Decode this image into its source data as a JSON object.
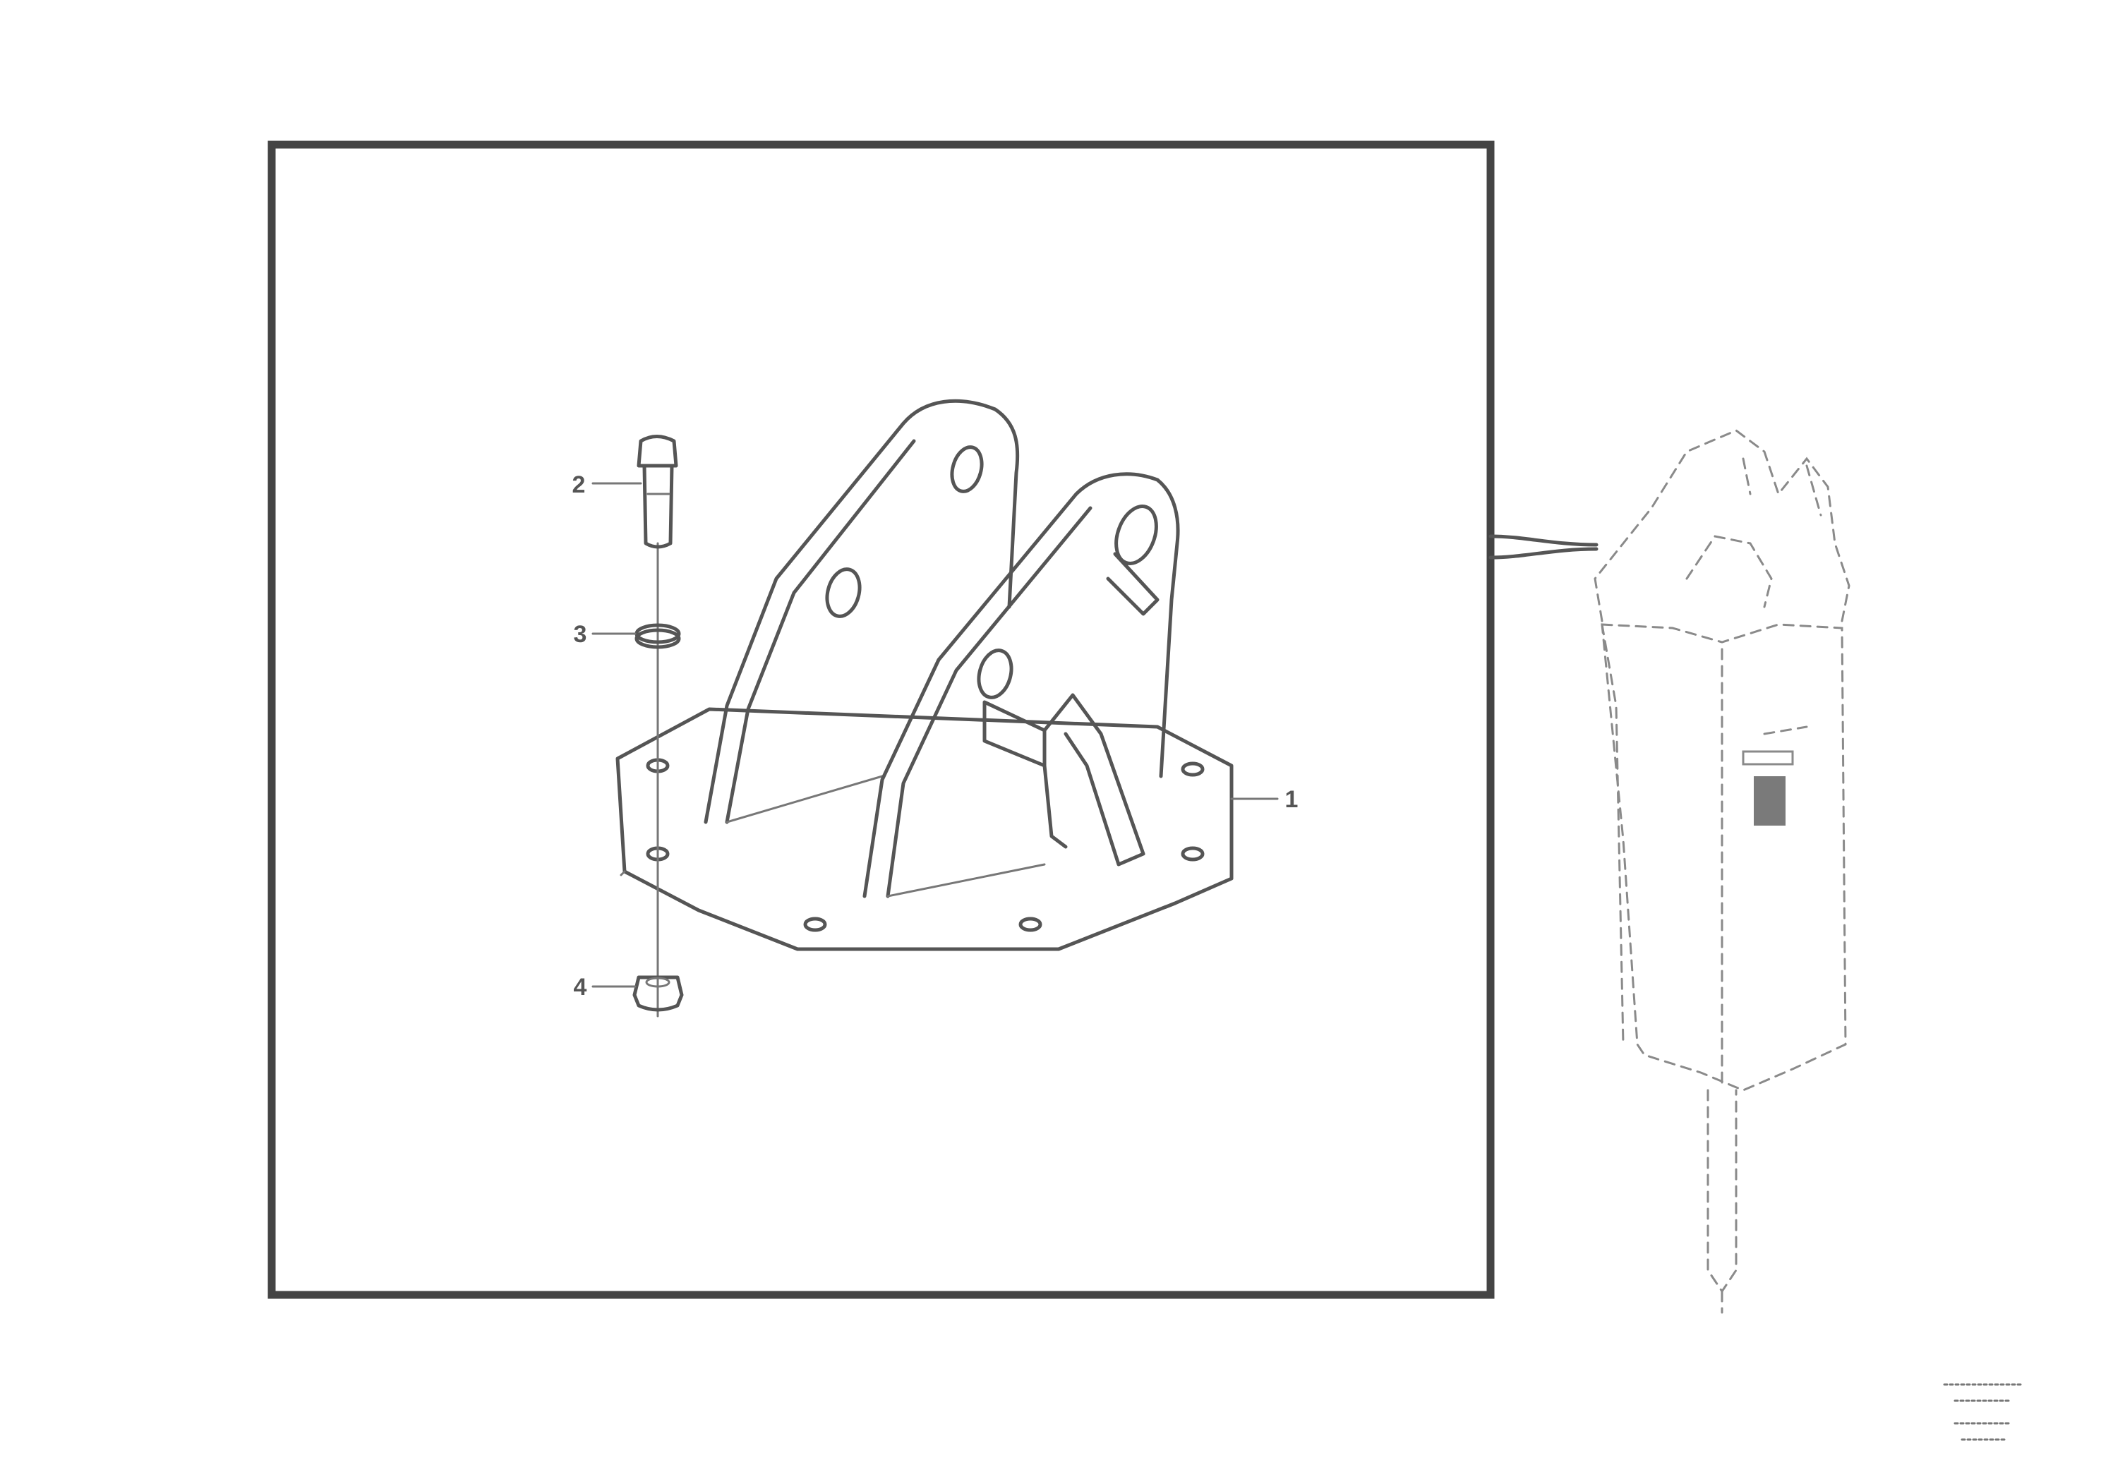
{
  "callouts": [
    {
      "id": "1",
      "label": "1"
    },
    {
      "id": "2",
      "label": "2"
    },
    {
      "id": "3",
      "label": "3"
    },
    {
      "id": "4",
      "label": "4"
    }
  ],
  "reference": {
    "line1": "",
    "line2": "",
    "line3": "",
    "line4": ""
  },
  "colors": {
    "ink": "#555555",
    "frame": "#444444",
    "background": "#ffffff"
  }
}
